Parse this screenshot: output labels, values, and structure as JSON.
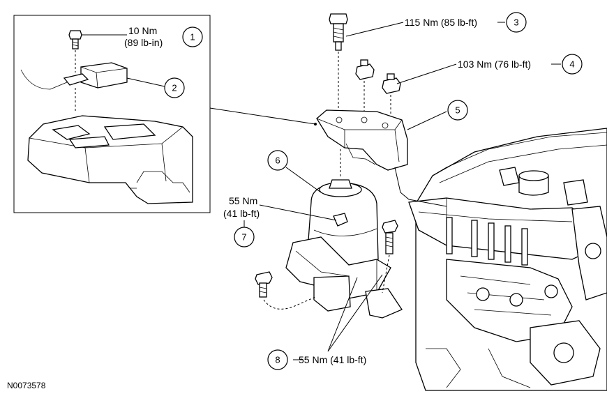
{
  "figure_id": "N0073578",
  "callouts": {
    "c1": {
      "number": "1",
      "torque": "10 Nm",
      "torque_alt": "(89 lb-in)"
    },
    "c2": {
      "number": "2"
    },
    "c3": {
      "number": "3",
      "torque": "115 Nm (85 lb-ft)"
    },
    "c4": {
      "number": "4",
      "torque": "103 Nm (76 lb-ft)"
    },
    "c5": {
      "number": "5"
    },
    "c6": {
      "number": "6"
    },
    "c7": {
      "number": "7",
      "torque": "55 Nm",
      "torque_alt": "(41 lb-ft)"
    },
    "c8": {
      "number": "8",
      "torque": "55 Nm (41 lb-ft)"
    }
  },
  "parts": [
    "bolt-1",
    "sensor-2",
    "bolt-3",
    "nut-4",
    "mount-bracket-5",
    "engine-mount-6",
    "bolt-7",
    "bolt-8",
    "engine-block",
    "detail-inset"
  ]
}
